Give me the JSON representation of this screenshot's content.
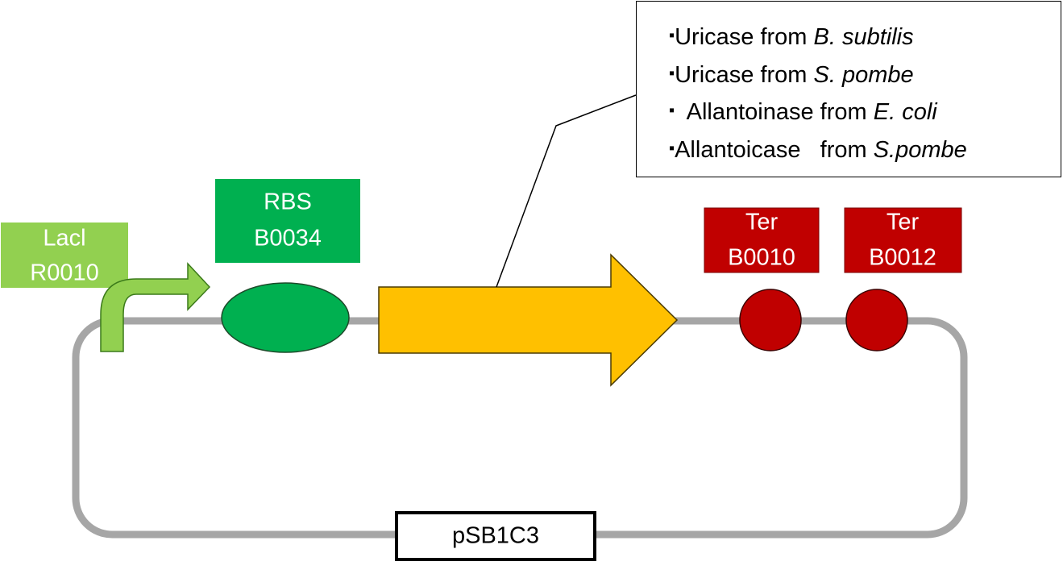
{
  "colors": {
    "backbone": "#a6a6a6",
    "promoter": "#92d050",
    "rbs": "#00b050",
    "cds": "#ffc000",
    "terminator": "#c00000"
  },
  "parts": {
    "promoter": {
      "line1": "Lacl",
      "line2": "R0010",
      "icon": "bent-arrow-icon"
    },
    "rbs": {
      "line1": "RBS",
      "line2": "B0034",
      "icon": "ellipse-icon"
    },
    "terminator1": {
      "line1": "Ter",
      "line2": "B0010",
      "icon": "circle-icon"
    },
    "terminator2": {
      "line1": "Ter",
      "line2": "B0012",
      "icon": "circle-icon"
    },
    "cds": {
      "icon": "block-arrow-icon"
    }
  },
  "plasmid": {
    "label": "pSB1C3"
  },
  "genes": [
    {
      "bullet": "▪",
      "pre": "Uricase from ",
      "italic": "B. subtilis"
    },
    {
      "bullet": "▪",
      "pre": "Uricase from ",
      "italic": "S. pombe"
    },
    {
      "bullet": "▪",
      "pre": "  Allantoinase from ",
      "italic": "E. coli"
    },
    {
      "bullet": "▪",
      "pre": "Allantoicase   from ",
      "italic": "S.pombe"
    }
  ]
}
